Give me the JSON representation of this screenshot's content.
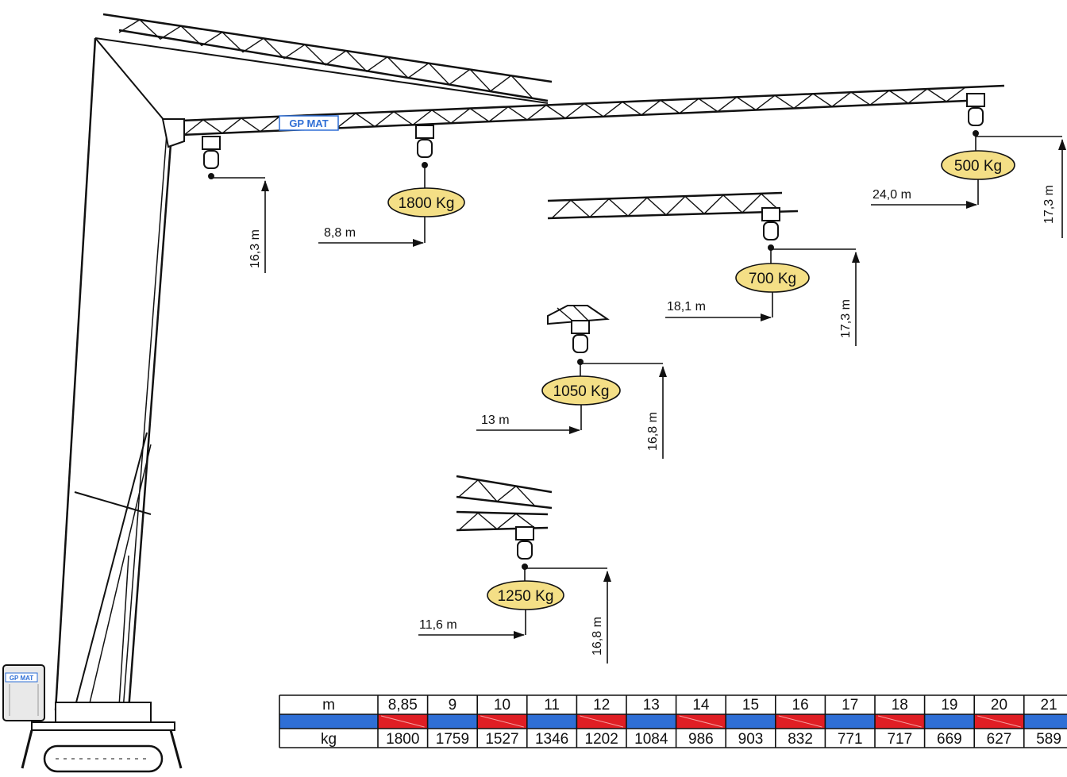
{
  "brand": {
    "logo_text": "GP MAT",
    "colors": {
      "blue": "#2f6fd6",
      "red": "#e01e24",
      "load_fill": "#f4df86"
    }
  },
  "loads": [
    {
      "load": "1800 Kg",
      "radius": "8,8 m",
      "height": "16,3 m"
    },
    {
      "load": "500 Kg",
      "radius": "24,0 m",
      "height": "17,3 m"
    },
    {
      "load": "700 Kg",
      "radius": "18,1 m",
      "height": "17,3 m"
    },
    {
      "load": "1050 Kg",
      "radius": "13 m",
      "height": "16,8 m"
    },
    {
      "load": "1250 Kg",
      "radius": "11,6 m",
      "height": "16,8 m"
    }
  ],
  "table": {
    "row_label_m": "m",
    "row_label_kg": "kg",
    "distances": [
      "8,85",
      "9",
      "10",
      "11",
      "12",
      "13",
      "14",
      "15",
      "16",
      "17",
      "18",
      "19",
      "20",
      "21"
    ],
    "loads": [
      "1800",
      "1759",
      "1527",
      "1346",
      "1202",
      "1084",
      "986",
      "903",
      "832",
      "771",
      "717",
      "669",
      "627",
      "589"
    ]
  }
}
